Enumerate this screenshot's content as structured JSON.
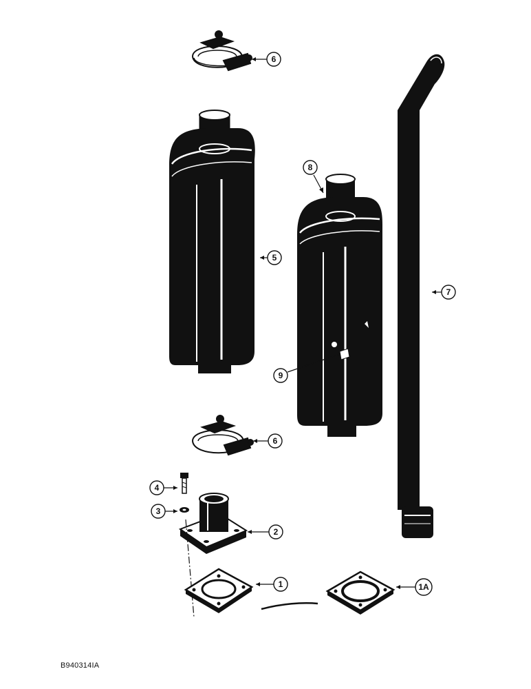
{
  "callouts": {
    "c1": "1",
    "c1a": "1A",
    "c2": "2",
    "c3": "3",
    "c4": "4",
    "c5": "5",
    "c6_top": "6",
    "c6_bottom": "6",
    "c7": "7",
    "c8": "8",
    "c9": "9"
  },
  "figure_code": "B940314IA",
  "colors": {
    "ink": "#111111",
    "paper": "#ffffff"
  }
}
